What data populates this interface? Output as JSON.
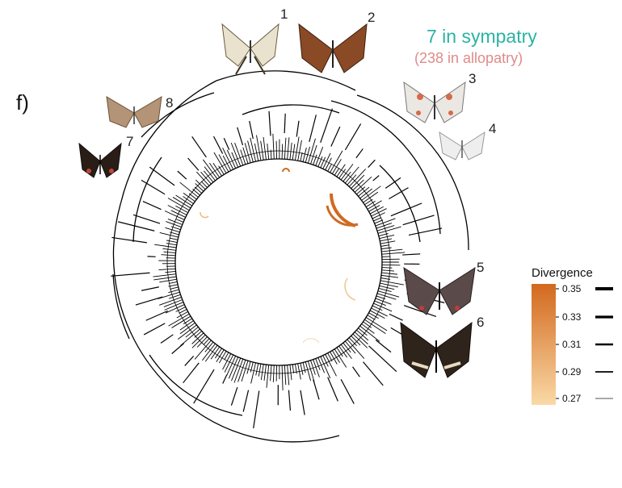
{
  "panel_label": "f)",
  "sympatry_text": "7 in sympatry",
  "allopatry_text": "(238 in allopatry)",
  "specimen_numbers": [
    "1",
    "2",
    "3",
    "4",
    "5",
    "6",
    "7",
    "8"
  ],
  "legend": {
    "title": "Divergence",
    "ticks": [
      "0.35",
      "0.33",
      "0.31",
      "0.29",
      "0.27"
    ],
    "gradient_top_color": "#d2691e",
    "gradient_bottom_color": "#fad9a6"
  },
  "colors": {
    "sympatry": "#2bb3a3",
    "allopatry": "#e08a8a",
    "tree": "#000000"
  }
}
